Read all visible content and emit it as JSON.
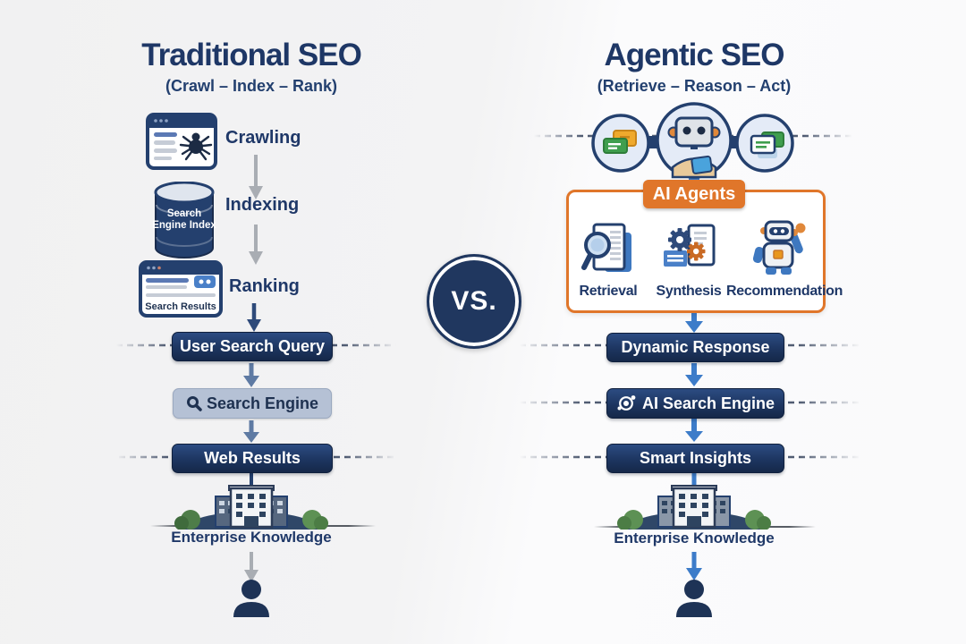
{
  "left": {
    "title": "Traditional SEO",
    "subtitle": "(Crawl – Index – Rank)",
    "steps": [
      {
        "label": "Crawling"
      },
      {
        "label": "Indexing"
      },
      {
        "label": "Ranking"
      }
    ],
    "index_db_text": "Search Engine Index",
    "results_window_text": "Search Results",
    "pills": {
      "query": "User Search Query",
      "engine": "Search Engine",
      "results": "Web Results"
    },
    "enterprise_label": "Enterprise Knowledge"
  },
  "center": {
    "vs_label": "VS."
  },
  "right": {
    "title": "Agentic SEO",
    "subtitle": "(Retrieve – Reason – Act)",
    "banner_label": "AI Agents",
    "agents": [
      {
        "label": "Retrieval"
      },
      {
        "label": "Synthesis"
      },
      {
        "label": "Recommendation"
      }
    ],
    "pills": {
      "response": "Dynamic Response",
      "engine": "AI Search Engine",
      "insights": "Smart Insights"
    },
    "enterprise_label": "Enterprise Knowledge"
  },
  "icons": {
    "left_steps": [
      "browser-spider-icon",
      "database-icon",
      "search-results-window-icon"
    ],
    "search_engine_pill": "magnifier-icon",
    "ai_search_engine_pill": "orbit-icon",
    "agent_row": [
      "magnifier-document-icon",
      "gears-document-icon",
      "robot-icon"
    ],
    "top_row": [
      "chat-cards-icon",
      "robot-head-icon",
      "document-cards-icon"
    ],
    "shared": [
      "enterprise-building-icon",
      "person-icon",
      "vs-badge"
    ]
  },
  "colors": {
    "navy": "#1f3868",
    "navy_dark": "#152849",
    "orange": "#e0762a",
    "blue": "#3d7cc9",
    "pill_light": "#b5c1d5",
    "gray_arrow": "#a9adb3"
  }
}
